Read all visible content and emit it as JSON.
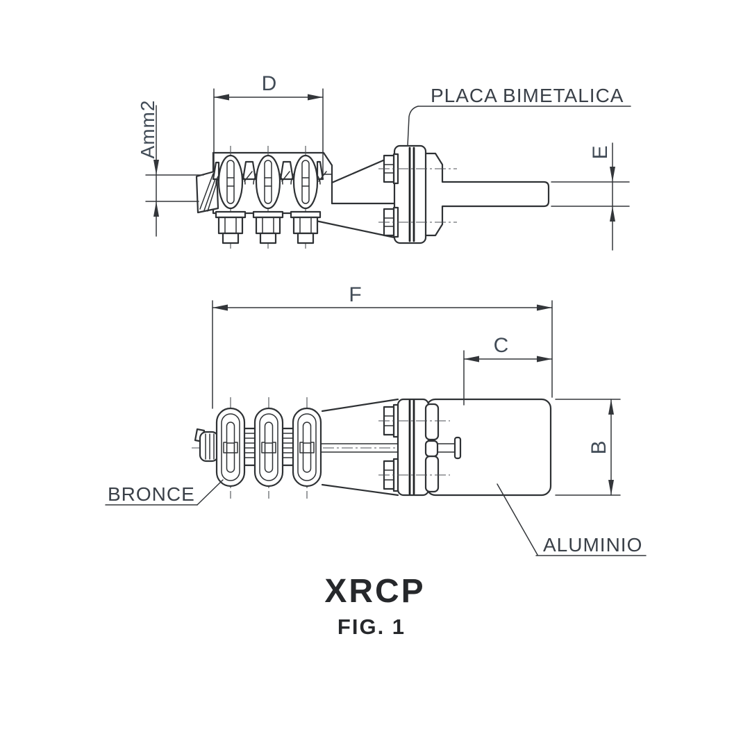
{
  "title": {
    "product": "XRCP",
    "figure": "FIG. 1"
  },
  "part_labels": {
    "bimetal_plate": "PLACA BIMETALICA",
    "bronze": "BRONCE",
    "aluminum": "ALUMINIO"
  },
  "dimensions": {
    "conductor_section": "Amm2",
    "clamp_width": "D",
    "bar_thickness": "E",
    "total_length": "F",
    "barrel_depth": "C",
    "barrel_width": "B"
  },
  "colors": {
    "background": "#ffffff",
    "line_ink": "#2e3134",
    "text_ink": "#414b56"
  }
}
